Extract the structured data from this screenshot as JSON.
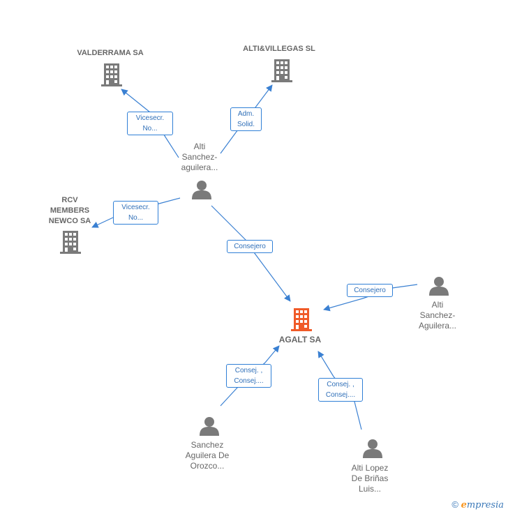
{
  "nodes": {
    "valderrama": {
      "label": "VALDERRAMA SA",
      "type": "company"
    },
    "altivillegas": {
      "label": "ALTI&VILLEGAS SL",
      "type": "company"
    },
    "rcv": {
      "label": "RCV\nMEMBERS\nNEWCO SA",
      "type": "company"
    },
    "agalt": {
      "label": "AGALT SA",
      "type": "company-main"
    },
    "alti_sanchez_aguilera": {
      "label": "Alti\nSanchez-\naguilera...",
      "type": "person"
    },
    "alti_sanchez_aguilera_2": {
      "label": "Alti\nSanchez-\nAguilera...",
      "type": "person"
    },
    "sanchez_aguilera_orozco": {
      "label": "Sanchez\nAguilera De\nOrozco...",
      "type": "person"
    },
    "alti_lopez": {
      "label": "Alti Lopez\nDe Briñas\nLuis...",
      "type": "person"
    }
  },
  "edges": {
    "e1": {
      "label": "Vicesecr.\nNo...",
      "from": "alti_sanchez_aguilera",
      "to": "valderrama"
    },
    "e2": {
      "label": "Adm.\nSolid.",
      "from": "alti_sanchez_aguilera",
      "to": "altivillegas"
    },
    "e3": {
      "label": "Vicesecr.\nNo...",
      "from": "alti_sanchez_aguilera",
      "to": "rcv"
    },
    "e4": {
      "label": "Consejero",
      "from": "alti_sanchez_aguilera",
      "to": "agalt"
    },
    "e5": {
      "label": "Consejero",
      "from": "alti_sanchez_aguilera_2",
      "to": "agalt"
    },
    "e6": {
      "label": "Consej. ,\nConsej....",
      "from": "sanchez_aguilera_orozco",
      "to": "agalt"
    },
    "e7": {
      "label": "Consej. ,\nConsej....",
      "from": "alti_lopez",
      "to": "agalt"
    }
  },
  "colors": {
    "edge": "#3a80d2",
    "company_icon": "#7a7a7a",
    "main_icon": "#f05a28",
    "person_icon": "#7a7a7a"
  },
  "footer": {
    "copyright": "©",
    "brand_e": "e",
    "brand_rest": "mpresia"
  }
}
